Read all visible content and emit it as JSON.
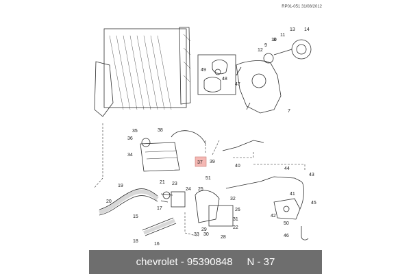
{
  "reference": "RP01-051 31/08/2012",
  "highlight": {
    "label": "37",
    "color": "#f4b8b4"
  },
  "callouts": [
    "35",
    "38",
    "36",
    "34",
    "37",
    "39",
    "40",
    "44",
    "43",
    "21",
    "23",
    "19",
    "24",
    "25",
    "51",
    "45",
    "20",
    "17",
    "15",
    "18",
    "16",
    "29",
    "30",
    "33",
    "28",
    "22",
    "26",
    "31",
    "32",
    "41",
    "42",
    "50",
    "46",
    "49",
    "48",
    "47",
    "12",
    "13",
    "14",
    "11",
    "10",
    "9",
    "8",
    "7"
  ],
  "footer": {
    "brand": "chevrolet",
    "part_number": "95390848",
    "position": "N - 37",
    "separator": " - "
  },
  "colors": {
    "line": "#2c2c2c",
    "footer_bg": "#6e6e6e"
  }
}
